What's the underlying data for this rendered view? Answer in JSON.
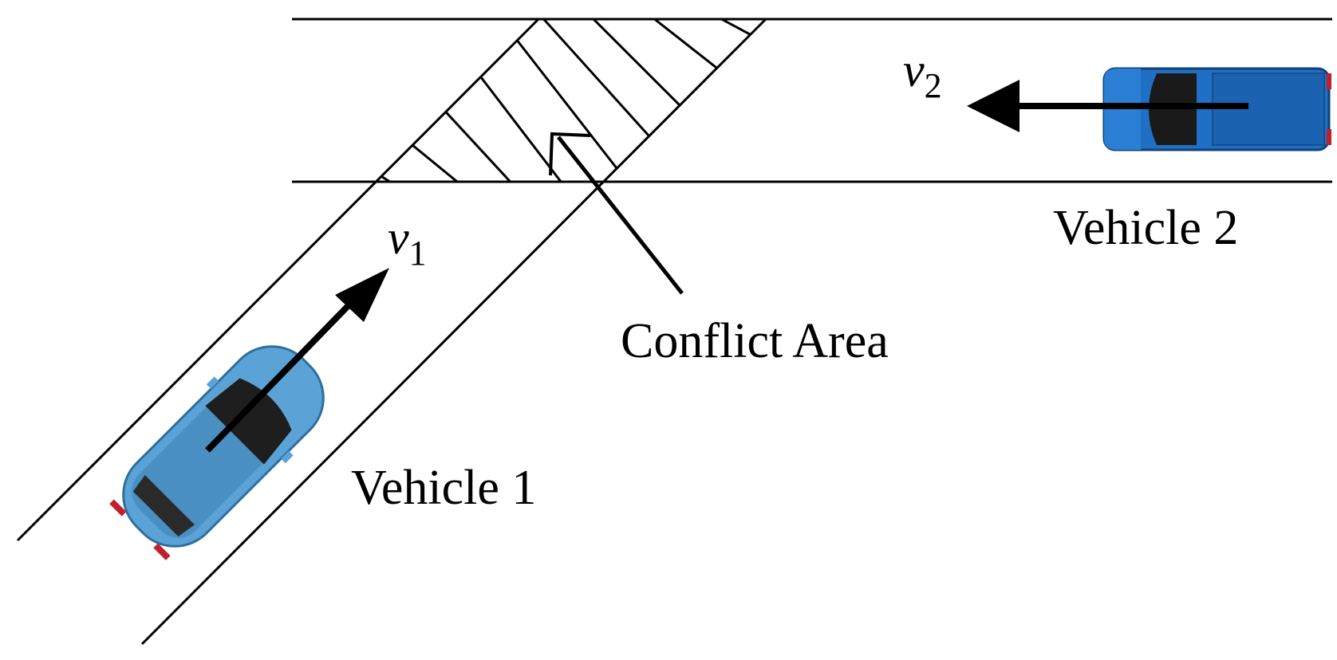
{
  "diagram": {
    "road_stroke": "#000000",
    "arrow_color": "#000000",
    "vehicle1": {
      "label": "Vehicle 1",
      "velocity_symbol": "v",
      "velocity_subscript": "1",
      "body_color": "#5ba3d6",
      "icon": "car-icon"
    },
    "vehicle2": {
      "label": "Vehicle 2",
      "velocity_symbol": "v",
      "velocity_subscript": "2",
      "body_color": "#1f6fc4",
      "icon": "pickup-truck-icon"
    },
    "conflict_area": {
      "label": "Conflict Area"
    }
  }
}
